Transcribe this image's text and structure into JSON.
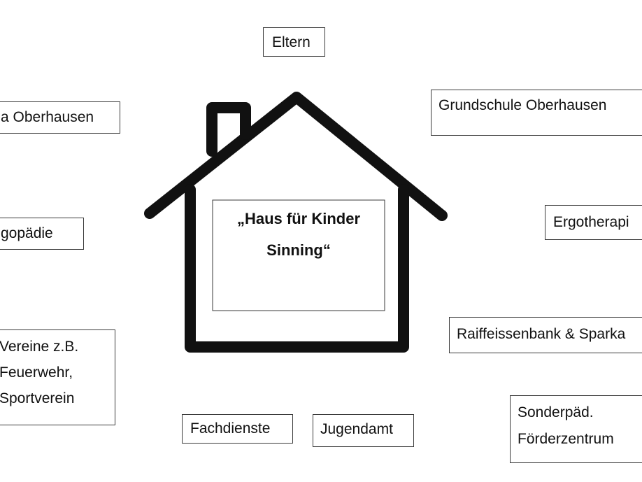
{
  "center_label": [
    "„Haus für Kinder",
    "Sinning“"
  ],
  "partners": {
    "eltern": [
      "Eltern"
    ],
    "kita": [
      "a Oberhausen"
    ],
    "grundschule": [
      "Grundschule Oberhausen"
    ],
    "logopaedie": [
      "gopädie"
    ],
    "ergotherapie": [
      "Ergotherapi"
    ],
    "vereine": [
      "Vereine z.B.",
      "Feuerwehr,",
      "Sportverein"
    ],
    "bank": [
      "Raiffeissenbank & Sparka"
    ],
    "fachdienste": [
      "Fachdienste"
    ],
    "jugendamt": [
      "Jugendamt"
    ],
    "sonderpaed": [
      "Sonderpäd.",
      "Förderzentrum"
    ]
  },
  "colors": {
    "house_stroke": "#111111",
    "box_border": "#3a3a3a"
  },
  "icons": [
    "house-icon",
    "chimney-icon"
  ]
}
